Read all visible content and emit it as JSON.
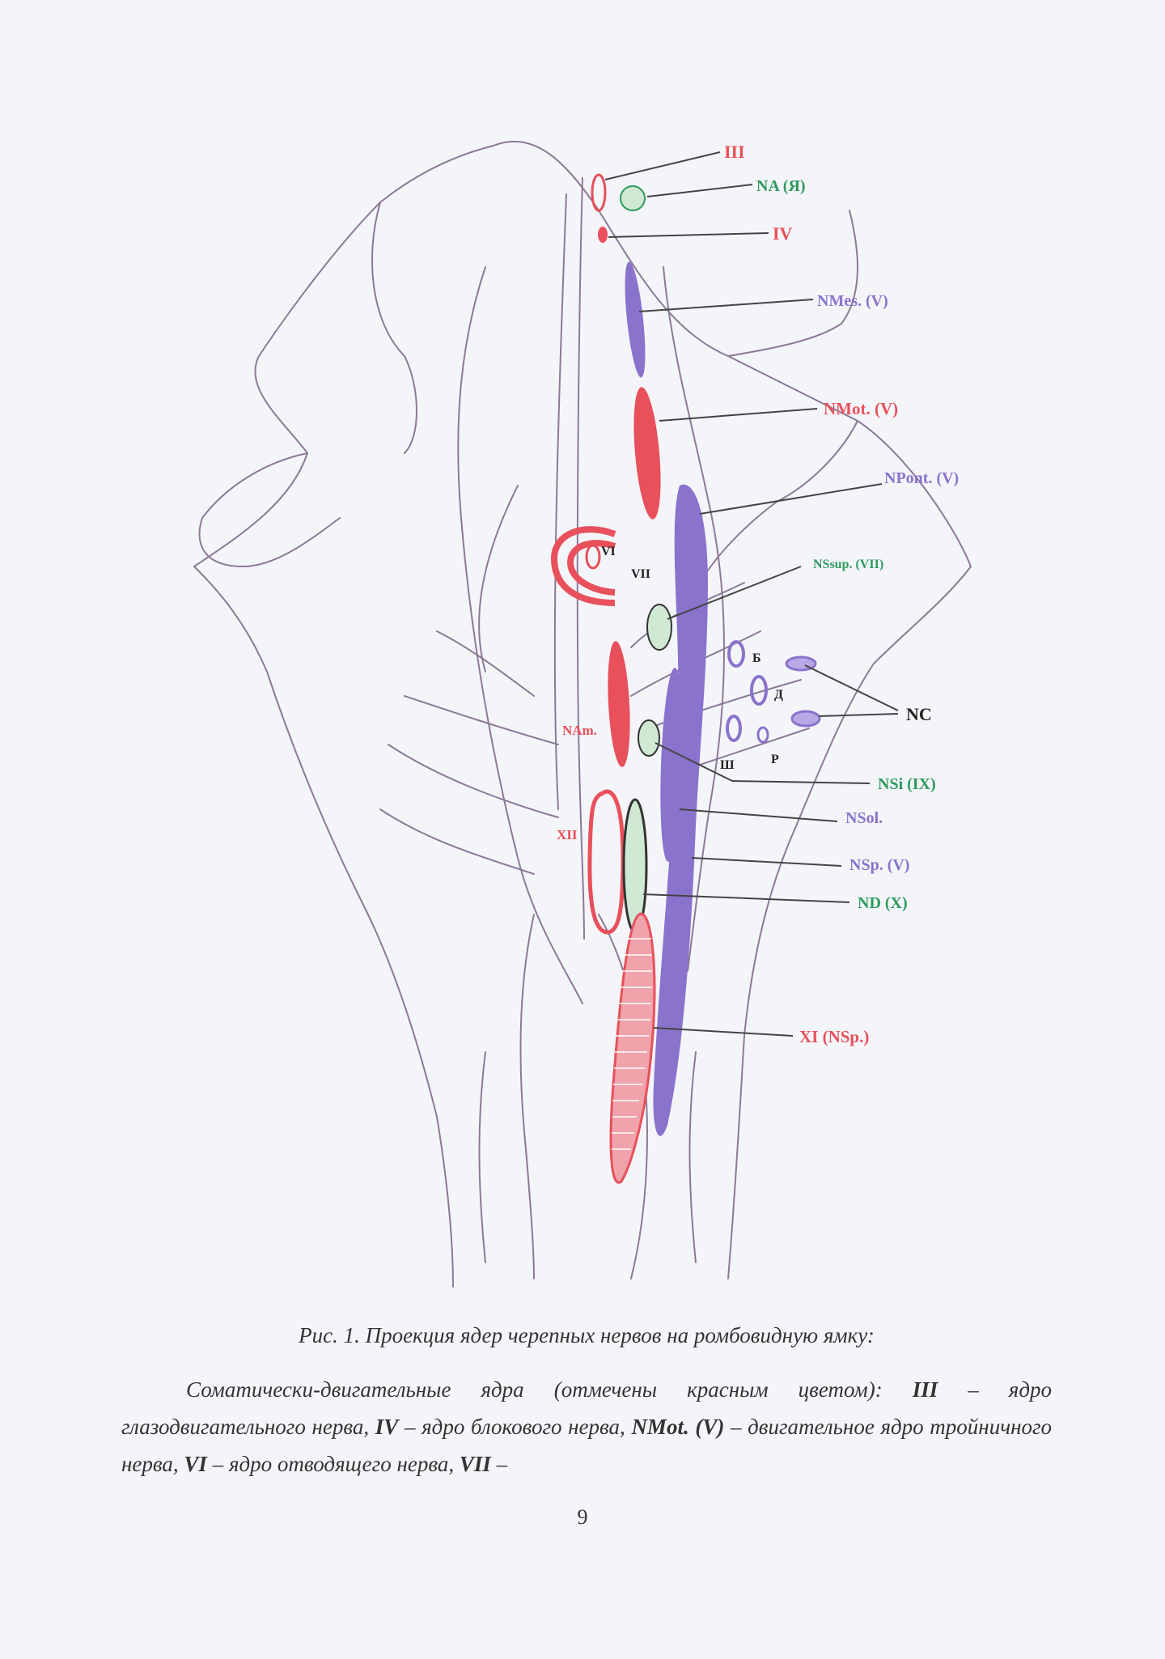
{
  "figure": {
    "labels": {
      "III": "III",
      "NA": "NA (Я)",
      "IV": "IV",
      "NMes": "NMes. (V)",
      "NMot": "NMot. (V)",
      "NPont": "NPont. (V)",
      "VI": "VI",
      "VII": "VII",
      "NSsup": "NSsup. (VII)",
      "B": "Б",
      "D": "Д",
      "NC": "NC",
      "P": "Р",
      "Sh": "Ш",
      "NAm": "NAm.",
      "NSi": "NSi (IX)",
      "XII": "XII",
      "NSol": "NSol.",
      "NSp": "NSp. (V)",
      "ND": "ND (X)",
      "XI": "XI (NSp.)"
    },
    "colors": {
      "motor": "#e8505b",
      "sensory": "#8a73cc",
      "autonomic": "#2e9a5e",
      "outline": "#8b7a96",
      "leader": "#444444"
    }
  },
  "caption": {
    "title": "Рис. 1. Проекция ядер черепных нервов на ромбовидную ямку:",
    "p1": "Соматически-двигательные ядра (отмечены красным цветом): ",
    "t_III": "III",
    "p2": " – ядро глазодвигательного нерва, ",
    "t_IV": "IV",
    "p3": " – ядро блокового нерва, ",
    "t_NMot": "NMot. (V)",
    "p4": " – двигательное ядро тройничного нерва, ",
    "t_VI": "VI",
    "p5": " – ядро отводящего нерва, ",
    "t_VII": "VII",
    "p6": " –"
  },
  "page_number": "9"
}
